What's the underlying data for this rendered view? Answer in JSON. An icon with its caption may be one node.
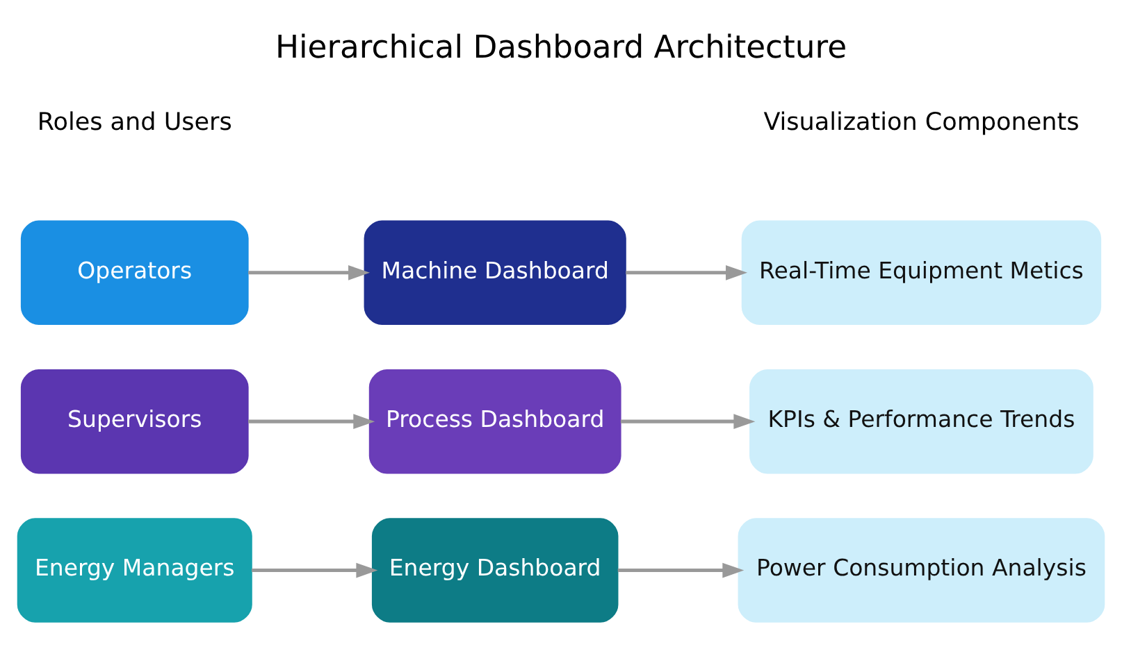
{
  "diagram": {
    "title": "Hierarchical Dashboard Architecture",
    "nodes": [
      {
        "text": [
          "Operators"
        ]
      },
      {
        "text": [
          "Machine Dashboard"
        ]
      },
      {
        "text": [
          "Real-Time Equipment Metics"
        ]
      },
      {
        "text": [
          "Supervisors"
        ]
      },
      {
        "text": [
          "Process Dashboard"
        ]
      },
      {
        "text": [
          "KPIs & Performance Trends"
        ]
      },
      {
        "text": [
          "Energy Managers"
        ]
      },
      {
        "text": [
          "Energy Dashboard"
        ]
      },
      {
        "text": [
          "Power Consumption Analysis"
        ]
      }
    ],
    "edges": [
      {
        "from": 0,
        "to": 1,
        "arrow": "to"
      },
      {
        "from": 1,
        "to": 2,
        "arrow": "to"
      },
      {
        "from": 3,
        "to": 4,
        "arrow": "to"
      },
      {
        "from": 4,
        "to": 5,
        "arrow": "to"
      },
      {
        "from": 6,
        "to": 7,
        "arrow": "to"
      },
      {
        "from": 7,
        "to": 8,
        "arrow": "to"
      }
    ],
    "labels": [
      "Roles and Users",
      "Visualization Components"
    ]
  }
}
